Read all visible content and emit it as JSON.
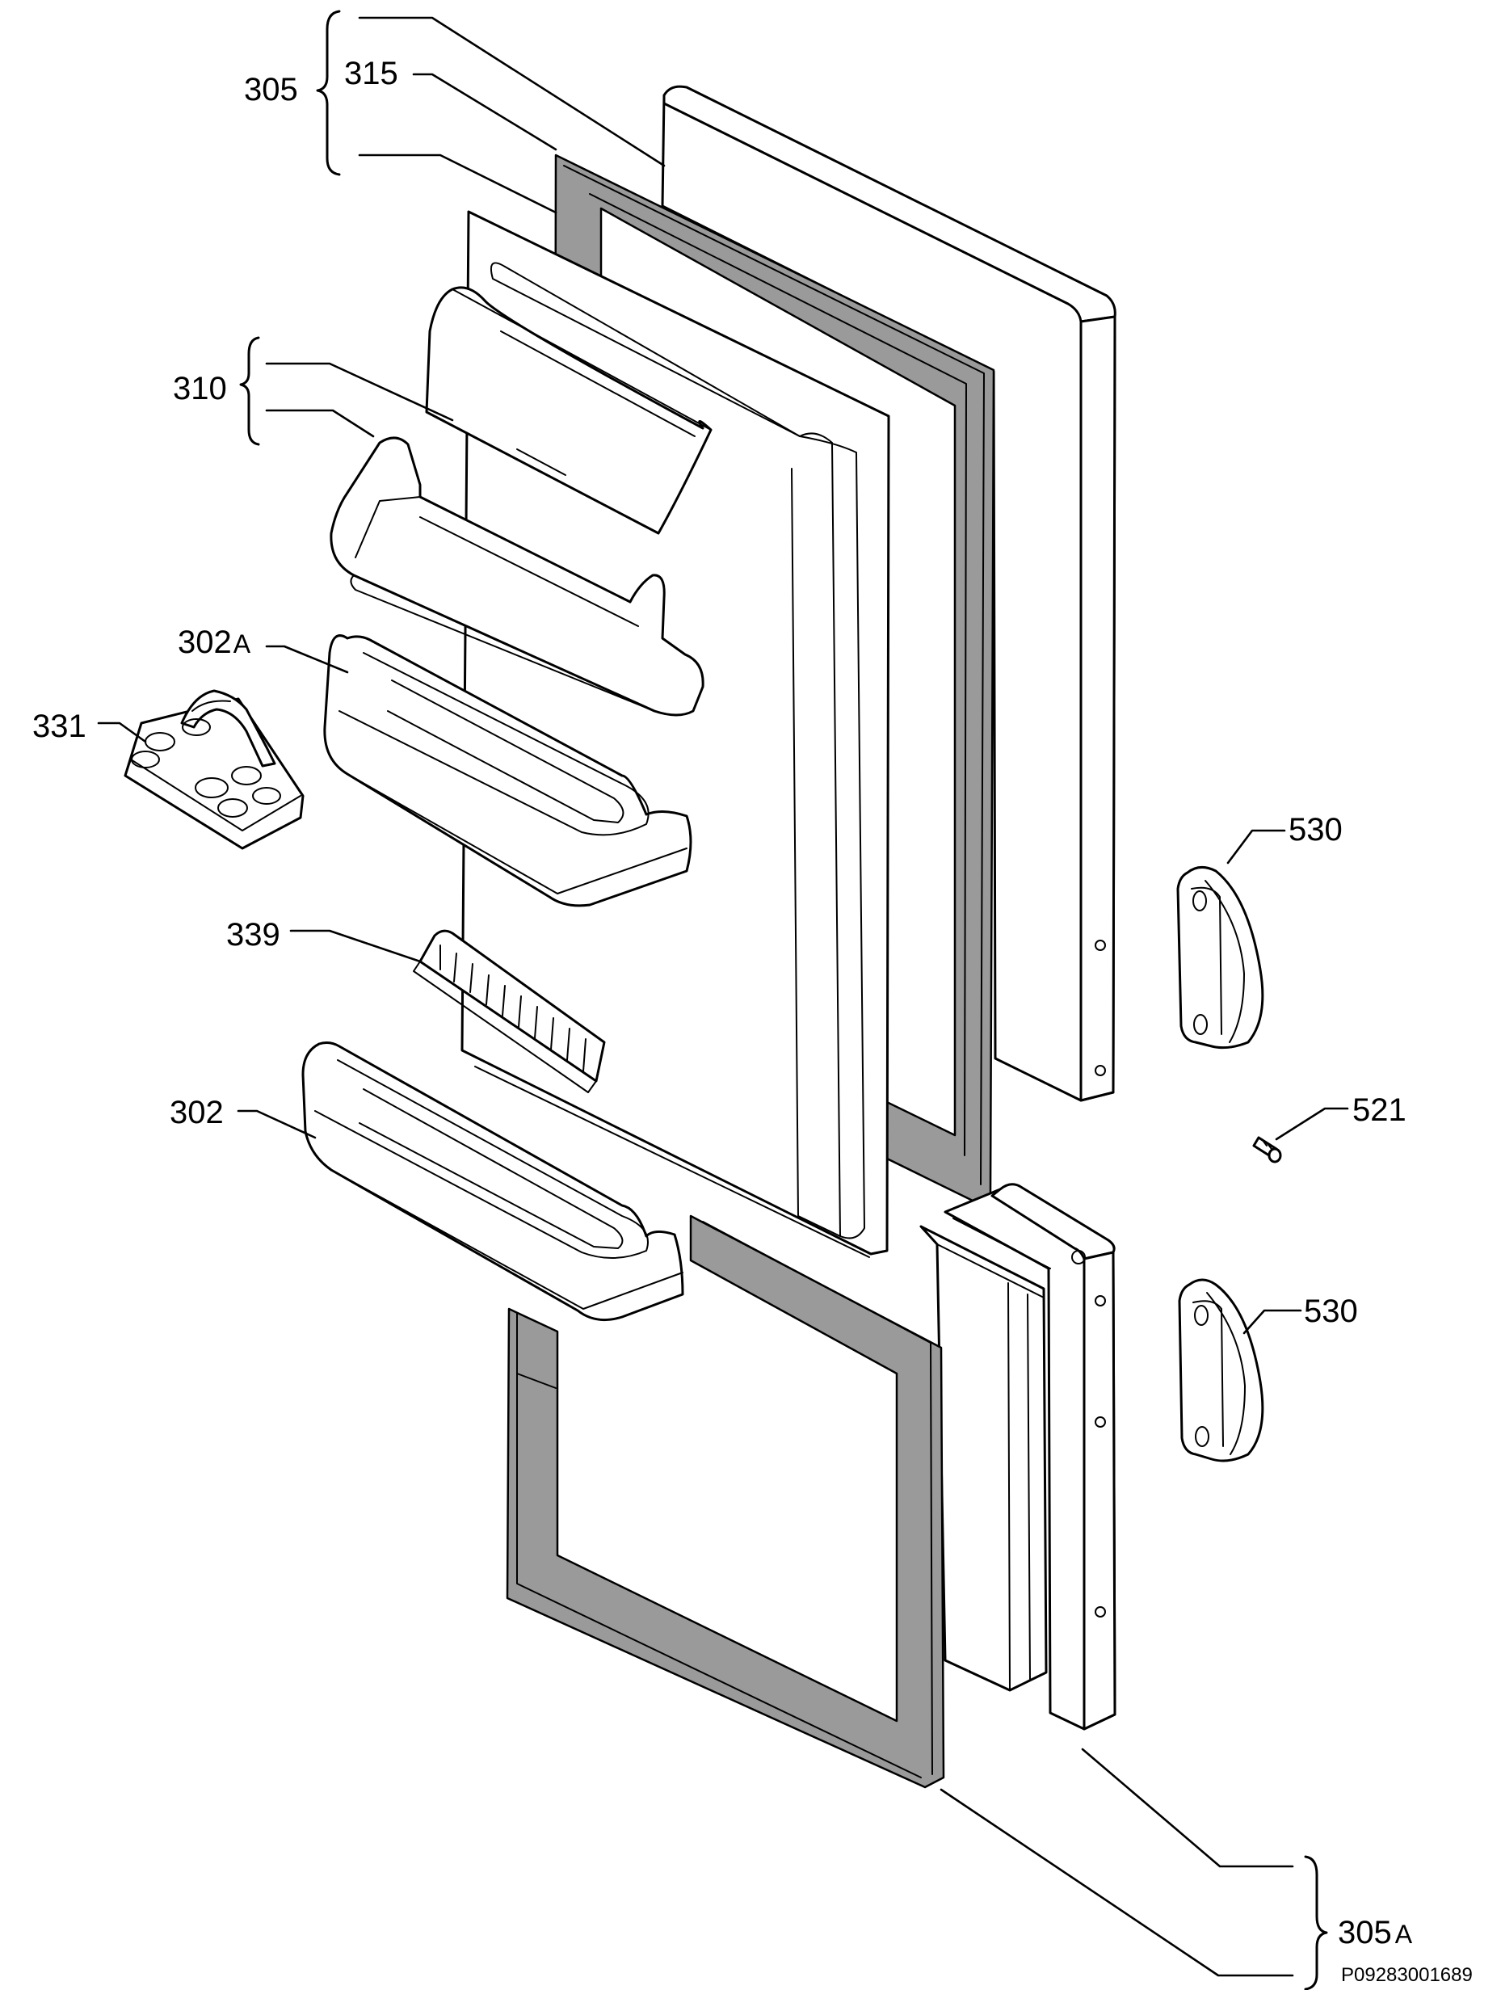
{
  "diagram": {
    "type": "exploded-parts-diagram",
    "drawing_code": "P09283001689",
    "parts": [
      {
        "id": "part-305",
        "number": "305",
        "group": true
      },
      {
        "id": "part-315",
        "number": "315"
      },
      {
        "id": "part-310",
        "number": "310",
        "group": true
      },
      {
        "id": "part-302A",
        "number": "302",
        "suffix": "A"
      },
      {
        "id": "part-331",
        "number": "331"
      },
      {
        "id": "part-339",
        "number": "339"
      },
      {
        "id": "part-302",
        "number": "302"
      },
      {
        "id": "part-530-upper",
        "number": "530"
      },
      {
        "id": "part-521",
        "number": "521"
      },
      {
        "id": "part-530-lower",
        "number": "530"
      },
      {
        "id": "part-305A",
        "number": "305",
        "suffix": "A",
        "group": true
      }
    ]
  }
}
